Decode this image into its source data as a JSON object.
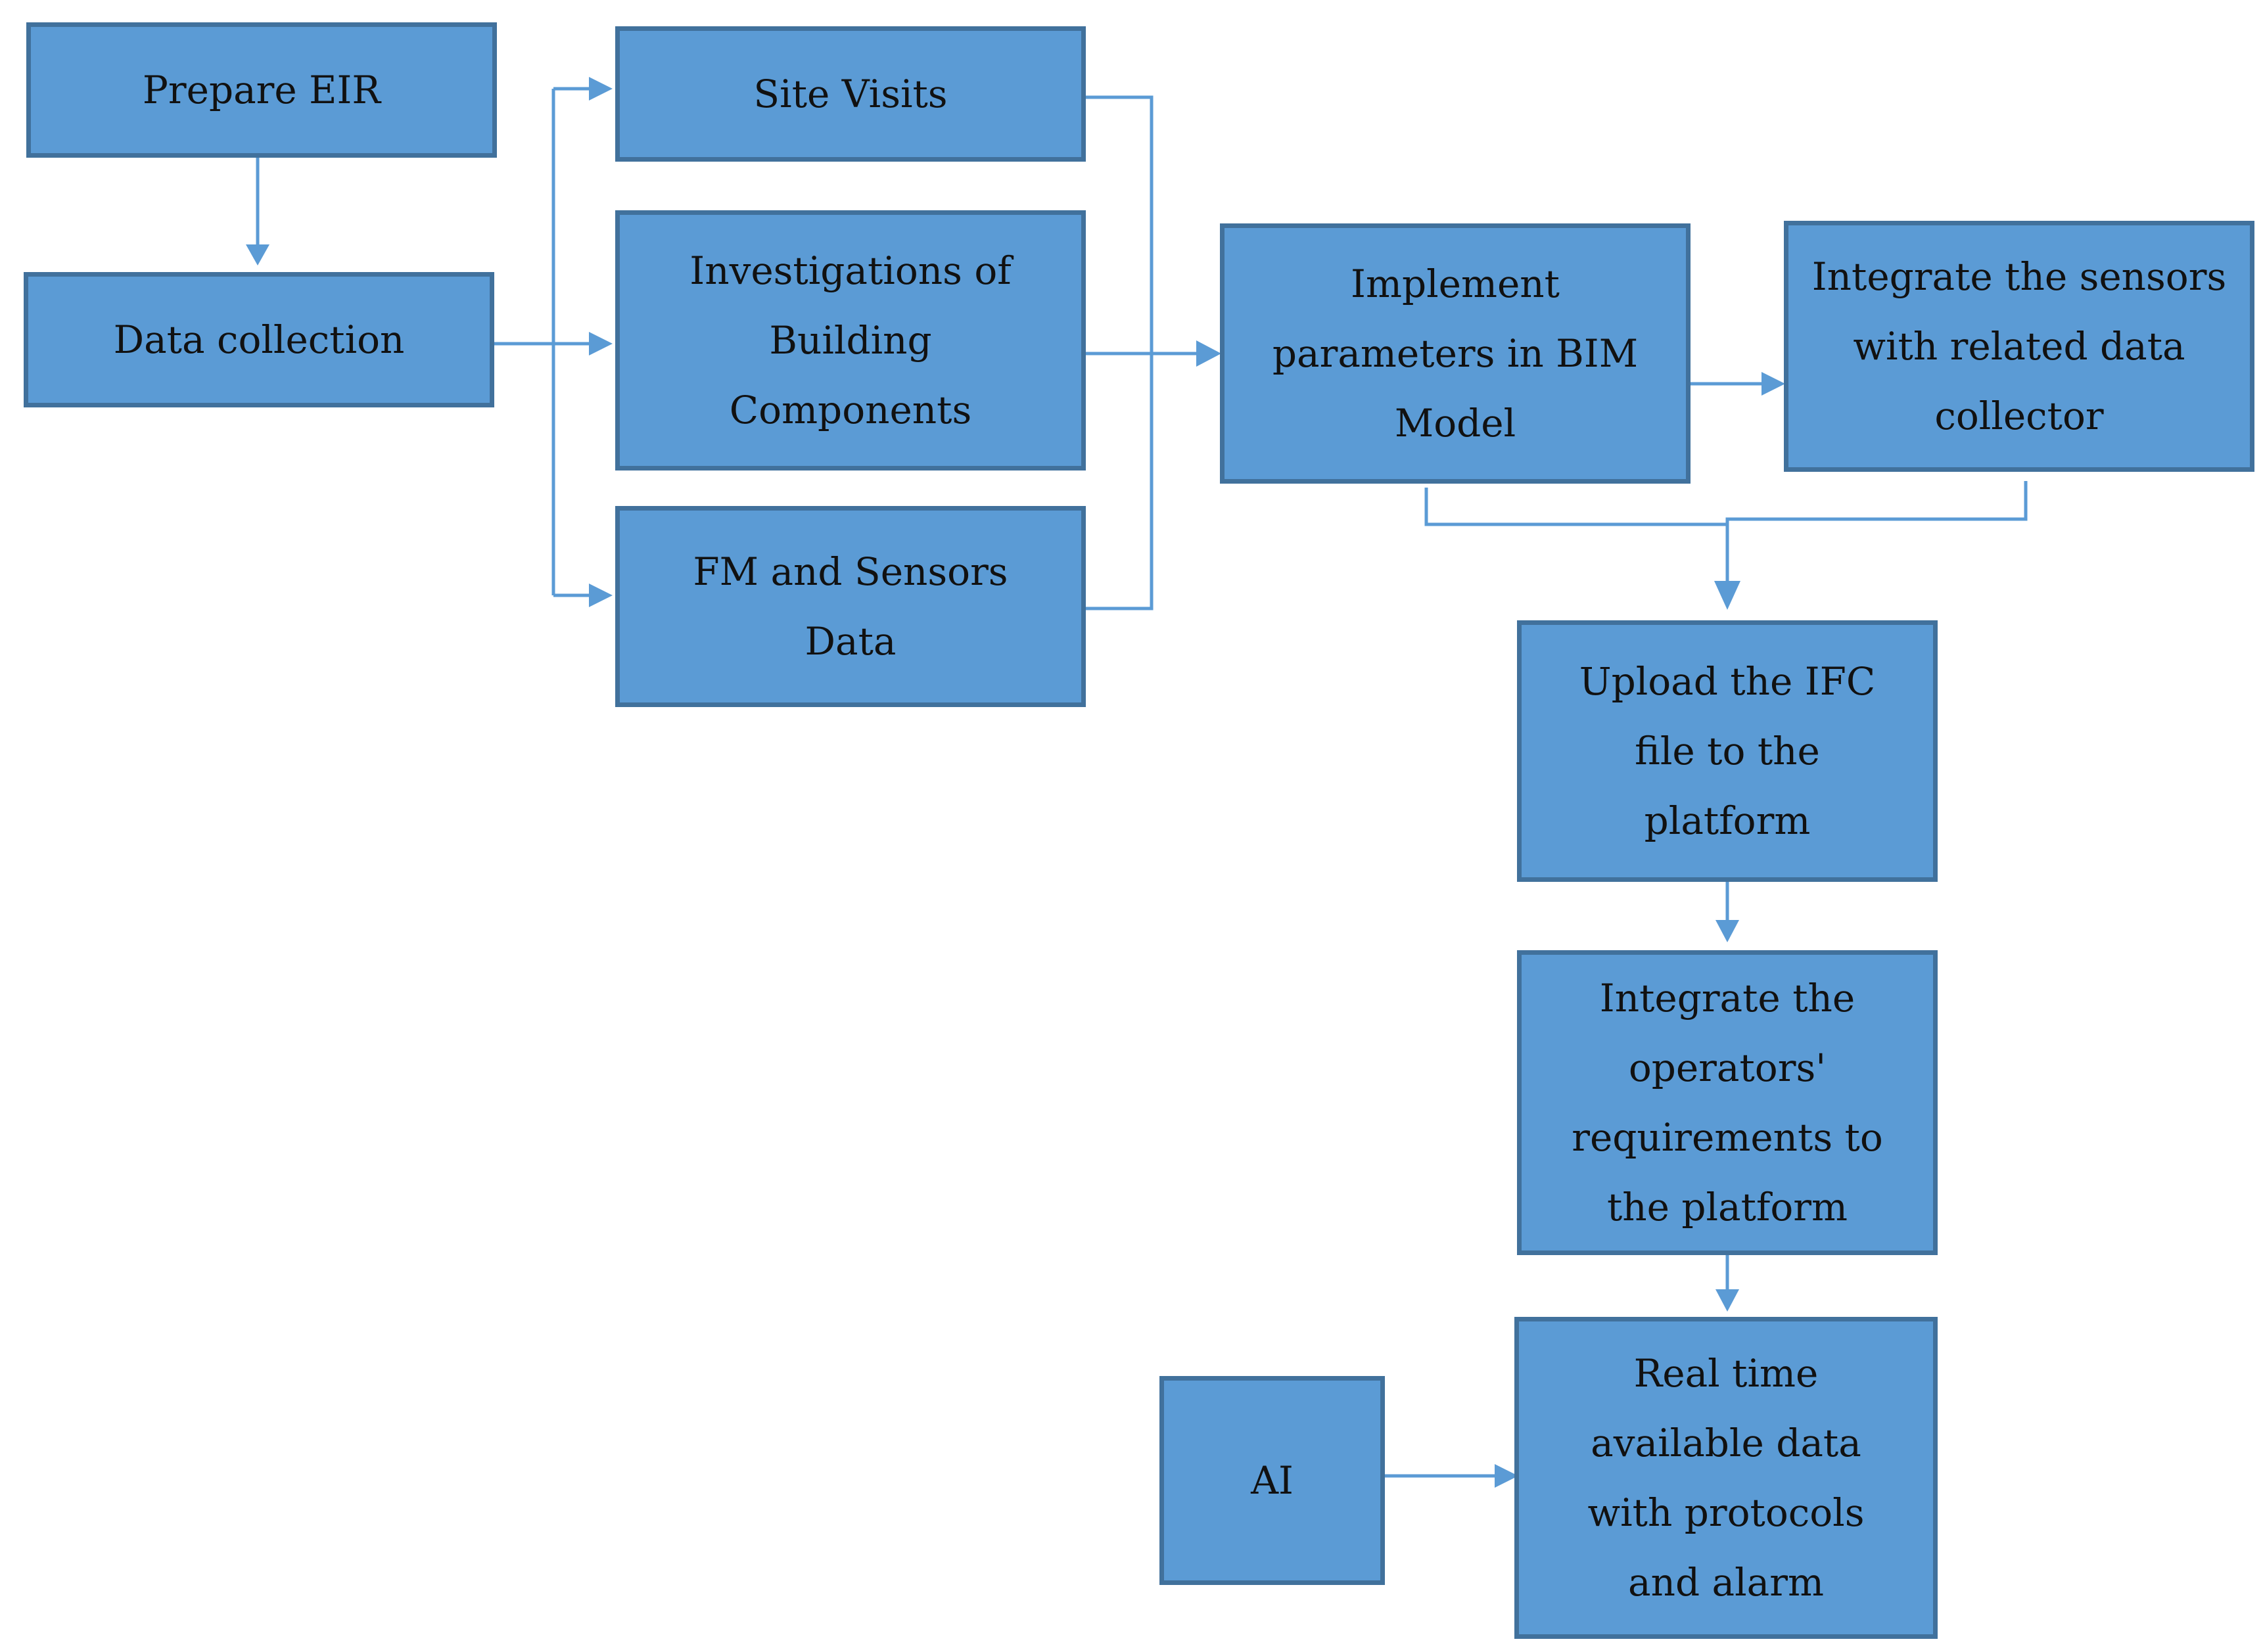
{
  "colors": {
    "box_fill": "#5b9bd5",
    "box_border": "#41719c",
    "connector": "#5b9bd5",
    "text": "#111111",
    "background": "#ffffff"
  },
  "nodes": {
    "prepare_eir": "Prepare EIR",
    "data_collection": "Data collection",
    "site_visits": "Site Visits",
    "investigations": "Investigations of\nBuilding\nComponents",
    "fm_sensors": "FM and Sensors\nData",
    "implement_parameters": "Implement\nparameters in BIM\nModel",
    "integrate_sensors": "Integrate the sensors\nwith related data\ncollector",
    "upload_ifc": "Upload the IFC\nfile to the\nplatform",
    "integrate_operators": "Integrate the\noperators'\nrequirements to\nthe platform",
    "ai": "AI",
    "real_time": "Real time\navailable data\nwith protocols\nand alarm"
  },
  "edges": [
    {
      "from": "Prepare EIR",
      "to": "Data collection"
    },
    {
      "from": "Data collection",
      "to": "Site Visits"
    },
    {
      "from": "Data collection",
      "to": "Investigations of Building Components"
    },
    {
      "from": "Data collection",
      "to": "FM and Sensors Data"
    },
    {
      "from": "Site Visits",
      "to": "Implement parameters in BIM Model"
    },
    {
      "from": "Investigations of Building Components",
      "to": "Implement parameters in BIM Model"
    },
    {
      "from": "FM and Sensors Data",
      "to": "Implement parameters in BIM Model"
    },
    {
      "from": "Implement parameters in BIM Model",
      "to": "Integrate the sensors with related data collector"
    },
    {
      "from": "Implement parameters in BIM Model",
      "to": "Upload the IFC file to the platform"
    },
    {
      "from": "Integrate the sensors with related data collector",
      "to": "Upload the IFC file to the platform"
    },
    {
      "from": "Upload the IFC file to the platform",
      "to": "Integrate the operators' requirements to the platform"
    },
    {
      "from": "Integrate the operators' requirements to the platform",
      "to": "Real time available data with protocols and alarm"
    },
    {
      "from": "AI",
      "to": "Real time available data with protocols and alarm"
    }
  ]
}
